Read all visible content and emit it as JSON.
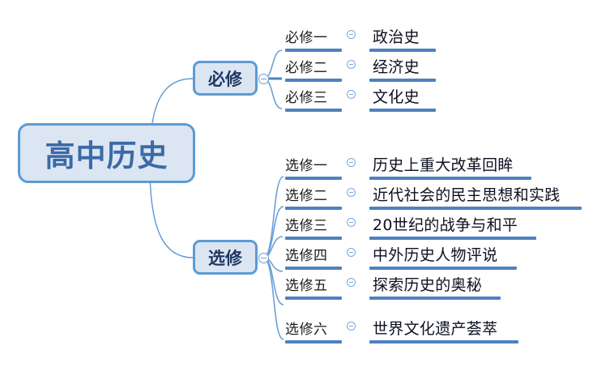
{
  "map": {
    "root": {
      "label": "高中历史"
    },
    "branches": [
      {
        "label": "必修",
        "marker": "collapse-minus-icon",
        "leaves": [
          {
            "code": "必修一",
            "marker": "collapse-minus-icon",
            "text": "政治史"
          },
          {
            "code": "必修二",
            "marker": "collapse-minus-icon",
            "text": "经济史"
          },
          {
            "code": "必修三",
            "marker": "collapse-minus-icon",
            "text": "文化史"
          }
        ]
      },
      {
        "label": "选修",
        "marker": "collapse-minus-icon",
        "leaves": [
          {
            "code": "选修一",
            "marker": "collapse-minus-icon",
            "text": "历史上重大改革回眸"
          },
          {
            "code": "选修二",
            "marker": "collapse-minus-icon",
            "text": "近代社会的民主思想和实践"
          },
          {
            "code": "选修三",
            "marker": "collapse-minus-icon",
            "text": "20世纪的战争与和平"
          },
          {
            "code": "选修四",
            "marker": "collapse-minus-icon",
            "text": "中外历史人物评说"
          },
          {
            "code": "选修五",
            "marker": "collapse-minus-icon",
            "text": "探索历史的奥秘"
          },
          {
            "code": "选修六",
            "marker": "collapse-minus-icon",
            "text": "世界文化遗产荟萃"
          }
        ]
      }
    ]
  },
  "colors": {
    "node_fill": "#DCE5F2",
    "node_border": "#5B9BD5",
    "root_text": "#3A6AA8",
    "branch_text": "#1F3864",
    "leaf_text": "#0D1020",
    "bar": "#4E81C0",
    "link": "#5B9BD5",
    "background": "#FFFFFF"
  }
}
